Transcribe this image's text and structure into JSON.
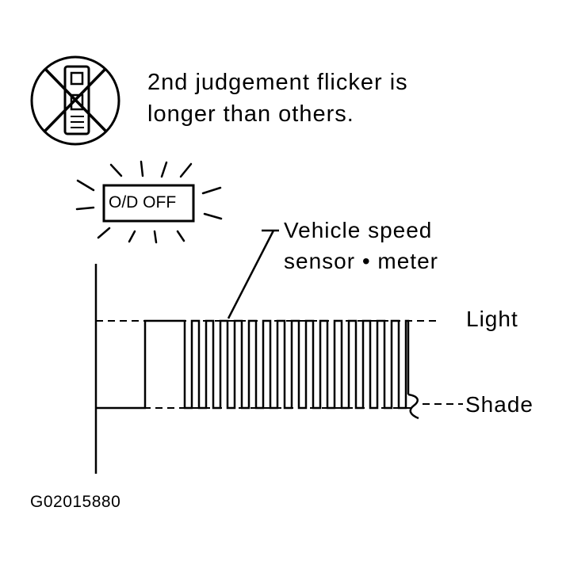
{
  "note": {
    "line1": "2nd judgement flicker is",
    "line2": "longer than others."
  },
  "indicator": {
    "label": "O/D OFF"
  },
  "callout": {
    "line1": "Vehicle speed",
    "line2": "sensor • meter"
  },
  "levels": {
    "high": "Light",
    "low": "Shade"
  },
  "figure_id": "G02015880",
  "icons": {
    "prohibition": "no-device-icon",
    "flash": "blinking-rays-icon"
  }
}
